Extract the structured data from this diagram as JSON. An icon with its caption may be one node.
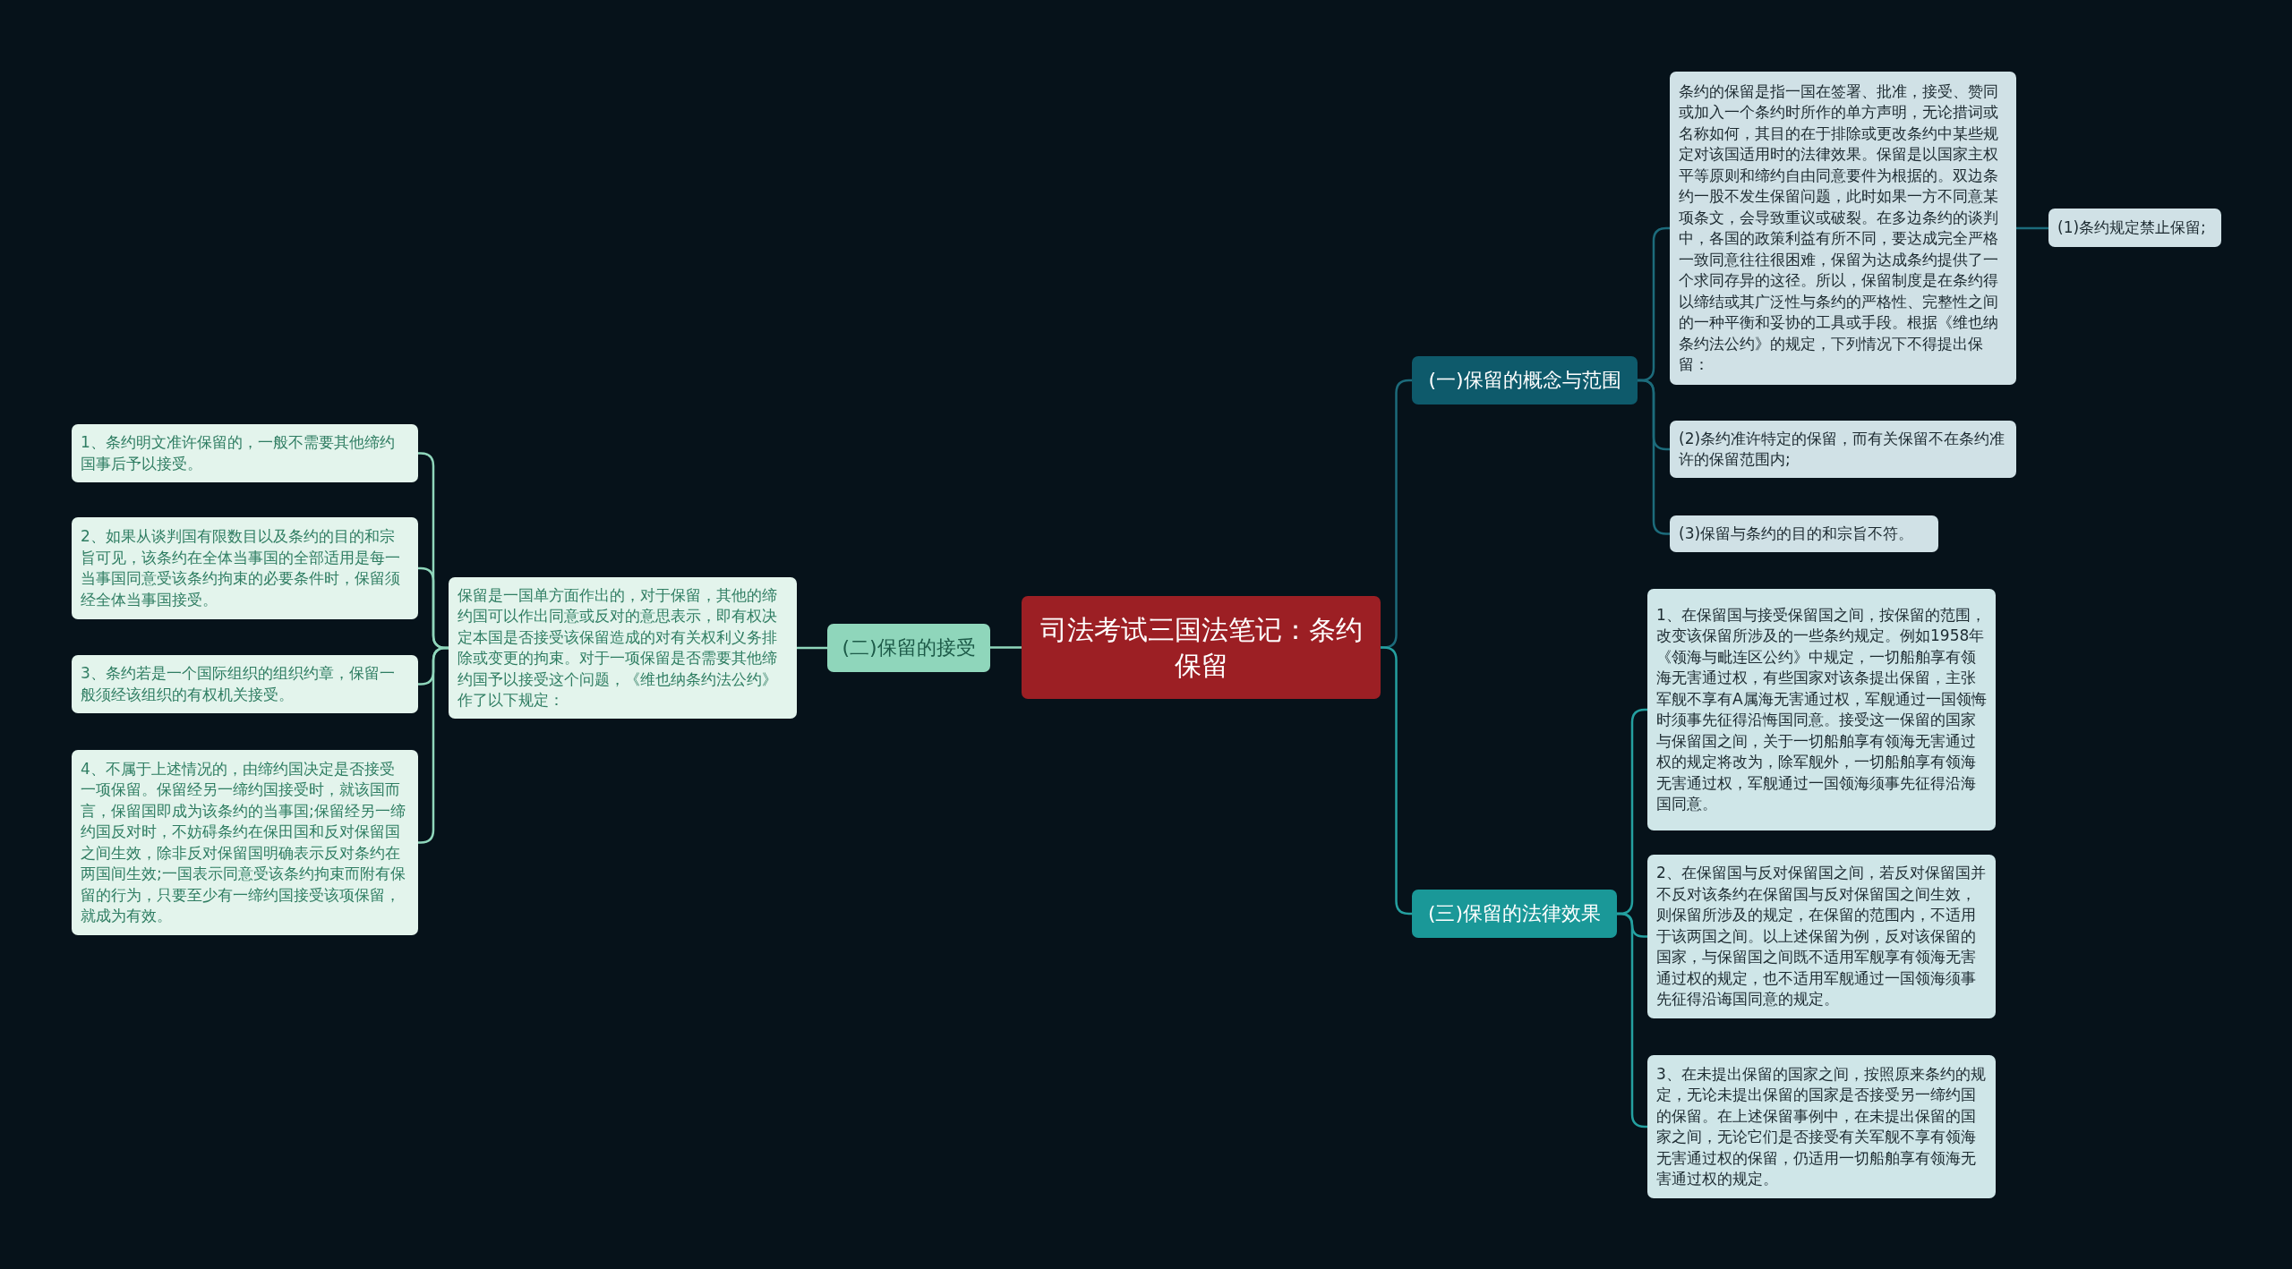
{
  "diagram": {
    "nodes": [
      {
        "text": [
          "司法考试三国法笔记：条约保留"
        ]
      },
      {
        "text": [
          "(一)保留的概念与范围"
        ]
      },
      {
        "text": [
          "条约的保留是指一国在签署、批准，接受、赞同或加入一个条约时所作的单方声明，无论措词或名称如何，其目的在于排除或更改条约中某些规定对该国适用时的法律效果。保留是以国家主权平等原则和缔约自由同意要件为根据的。双边条约一股不发生保留问题，此时如果一方不同意某项条文，会导致重议或破裂。在多边条约的谈判中，各国的政策利益有所不同，要达成完全严格一致同意往往很困难，保留为达成条约提供了一个求同存异的这径。所以，保留制度是在条约得以缔结或其广泛性与条约的严格性、完整性之间的一种平衡和妥协的工具或手段。根据《维也纳条约法公约》的规定，下列情况下不得提出保留："
        ]
      },
      {
        "text": [
          "(1)条约规定禁止保留;"
        ]
      },
      {
        "text": [
          "(2)条约准许特定的保留，而有关保留不在条约准许的保留范围内;"
        ]
      },
      {
        "text": [
          "(3)保留与条约的目的和宗旨不符。"
        ]
      },
      {
        "text": [
          "(二)保留的接受"
        ]
      },
      {
        "text": [
          "保留是一国单方面作出的，对于保留，其他的缔约国可以作出同意或反对的意思表示，即有权决定本国是否接受该保留造成的对有关权利义务排除或变更的拘束。对于一项保留是否需要其他缔约国予以接受这个问题，《维也纳条约法公约》作了以下规定："
        ]
      },
      {
        "text": [
          "1、条约明文准许保留的，一般不需要其他缔约国事后予以接受。"
        ]
      },
      {
        "text": [
          "2、如果从谈判国有限数目以及条约的目的和宗旨可见，该条约在全体当事国的全部适用是每一当事国同意受该条约拘束的必要条件时，保留须经全体当事国接受。"
        ]
      },
      {
        "text": [
          "3、条约若是一个国际组织的组织约章，保留一般须经该组织的有权机关接受。"
        ]
      },
      {
        "text": [
          "4、不属于上述情况的，由缔约国决定是否接受一项保留。保留经另一缔约国接受时，就该国而言，保留国即成为该条约的当事国;保留经另一缔约国反对时，不妨碍条约在保田国和反对保留国之间生效，除非反对保留国明确表示反对条约在两国间生效;一国表示同意受该条约拘束而附有保留的行为，只要至少有一缔约国接受该项保留，就成为有效。"
        ]
      },
      {
        "text": [
          "(三)保留的法律效果"
        ]
      },
      {
        "text": [
          "1、在保留国与接受保留国之间，按保留的范围，改变该保留所涉及的一些条约规定。例如1958年《领海与毗连区公约》中规定，一切船舶享有领海无害通过权，有些国家对该条提出保留，主张军舰不享有A属海无害通过权，军舰通过一国领悔时须事先征得沿悔国同意。接受这一保留的国家与保留国之间，关于一切船舶享有领海无害通过权的规定将改为，除军舰外，一切船舶享有领海无害通过权，军舰通过一国领海须事先征得沿海国同意。"
        ]
      },
      {
        "text": [
          "2、在保留国与反对保留国之间，若反对保留国并不反对该条约在保留国与反对保留国之间生效，则保留所涉及的规定，在保留的范围内，不适用于该两国之间。以上述保留为例，反对该保留的国家，与保留国之间既不适用军舰享有领海无害通过权的规定，也不适用军舰通过一国领海须事先征得沿诲国同意的规定。"
        ]
      },
      {
        "text": [
          "3、在未提出保留的国家之间，按照原来条约的规定，无论未提出保留的国家是否接受另一缔约国的保留。在上述保留事例中，在未提出保留的国家之间，无论它们是否接受有关军舰不享有领海无害通过权的保留，仍适用一切船舶享有领海无害通过权的规定。"
        ]
      }
    ],
    "edges": [
      {
        "from": 0,
        "to": 1,
        "arrow": "none",
        "color": "#1c6b7b"
      },
      {
        "from": 1,
        "to": 2,
        "arrow": "none",
        "color": "#1c6b7b"
      },
      {
        "from": 2,
        "to": 3,
        "arrow": "none",
        "color": "#1c6b7b"
      },
      {
        "from": 1,
        "to": 4,
        "arrow": "none",
        "color": "#1c6b7b"
      },
      {
        "from": 1,
        "to": 5,
        "arrow": "none",
        "color": "#1c6b7b"
      },
      {
        "from": 0,
        "to": 6,
        "arrow": "none"
      },
      {
        "from": 6,
        "to": 7,
        "arrow": "none"
      },
      {
        "from": 7,
        "to": 8,
        "arrow": "none"
      },
      {
        "from": 7,
        "to": 9,
        "arrow": "none"
      },
      {
        "from": 7,
        "to": 10,
        "arrow": "none"
      },
      {
        "from": 7,
        "to": 11,
        "arrow": "none"
      },
      {
        "from": 0,
        "to": 12,
        "arrow": "none",
        "color": "#24a0a0"
      },
      {
        "from": 12,
        "to": 13,
        "arrow": "none",
        "color": "#24a0a0"
      },
      {
        "from": 12,
        "to": 14,
        "arrow": "none",
        "color": "#24a0a0"
      },
      {
        "from": 12,
        "to": 15,
        "arrow": "none",
        "color": "#24a0a0"
      }
    ]
  }
}
